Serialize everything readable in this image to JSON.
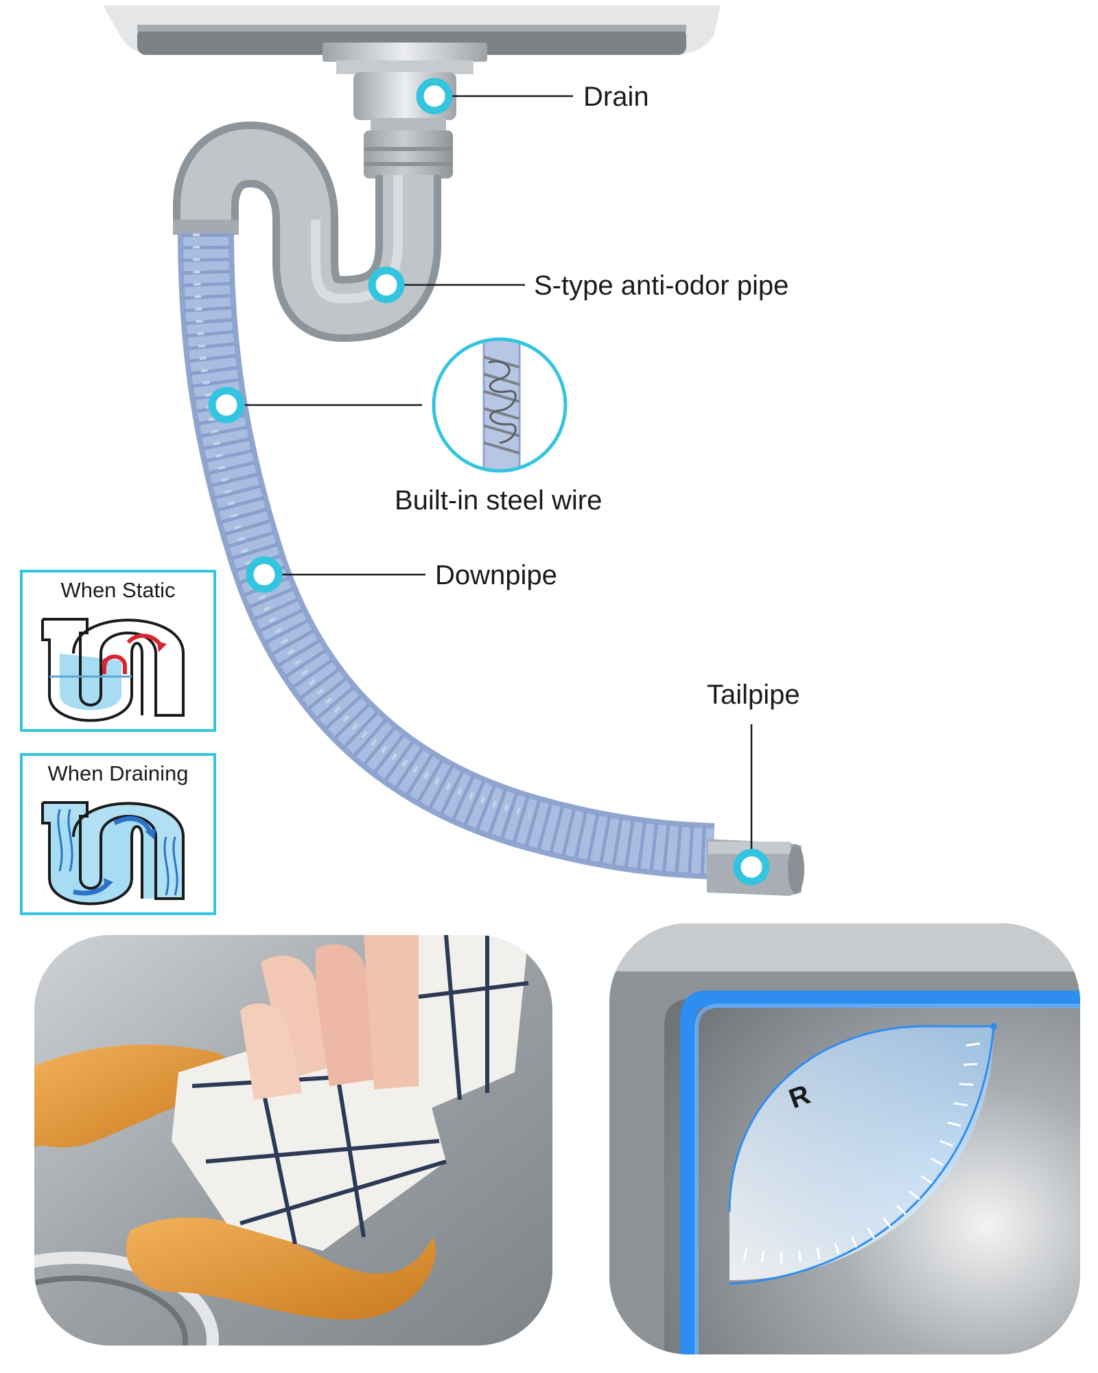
{
  "labels": {
    "drain": "Drain",
    "s_pipe": "S-type anti-odor pipe",
    "steel_wire": "Built-in steel wire",
    "downpipe": "Downpipe",
    "tailpipe": "Tailpipe"
  },
  "modes": {
    "static_title": "When Static",
    "draining_title": "When Draining"
  },
  "corner_label": "R",
  "colors": {
    "accent": "#33c4e0",
    "hose": "#a9bde0",
    "pipe_gray": "#b9bfc3",
    "water": "#a8dcf2",
    "arrow_red": "#d7262e",
    "arrow_blue": "#2a74c8",
    "corner_blue": "#2e8df0"
  }
}
